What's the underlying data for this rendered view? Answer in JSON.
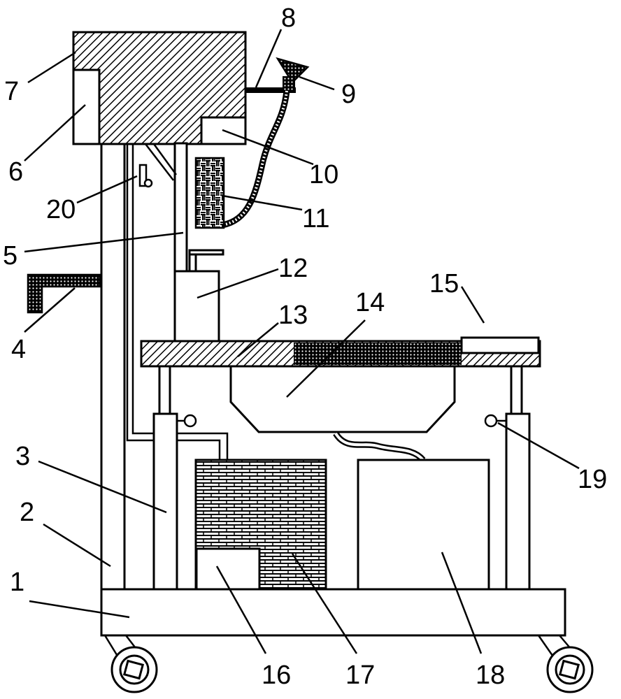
{
  "labels": [
    {
      "id": "1",
      "text": "1"
    },
    {
      "id": "2",
      "text": "2"
    },
    {
      "id": "3",
      "text": "3"
    },
    {
      "id": "4",
      "text": "4"
    },
    {
      "id": "5",
      "text": "5"
    },
    {
      "id": "6",
      "text": "6"
    },
    {
      "id": "7",
      "text": "7"
    },
    {
      "id": "8",
      "text": "8"
    },
    {
      "id": "9",
      "text": "9"
    },
    {
      "id": "10",
      "text": "10"
    },
    {
      "id": "11",
      "text": "11"
    },
    {
      "id": "12",
      "text": "12"
    },
    {
      "id": "13",
      "text": "13"
    },
    {
      "id": "14",
      "text": "14"
    },
    {
      "id": "15",
      "text": "15"
    },
    {
      "id": "16",
      "text": "16"
    },
    {
      "id": "17",
      "text": "17"
    },
    {
      "id": "18",
      "text": "18"
    },
    {
      "id": "19",
      "text": "19"
    },
    {
      "id": "20",
      "text": "20"
    }
  ],
  "colors": {
    "line": "#000000",
    "background": "#ffffff"
  }
}
